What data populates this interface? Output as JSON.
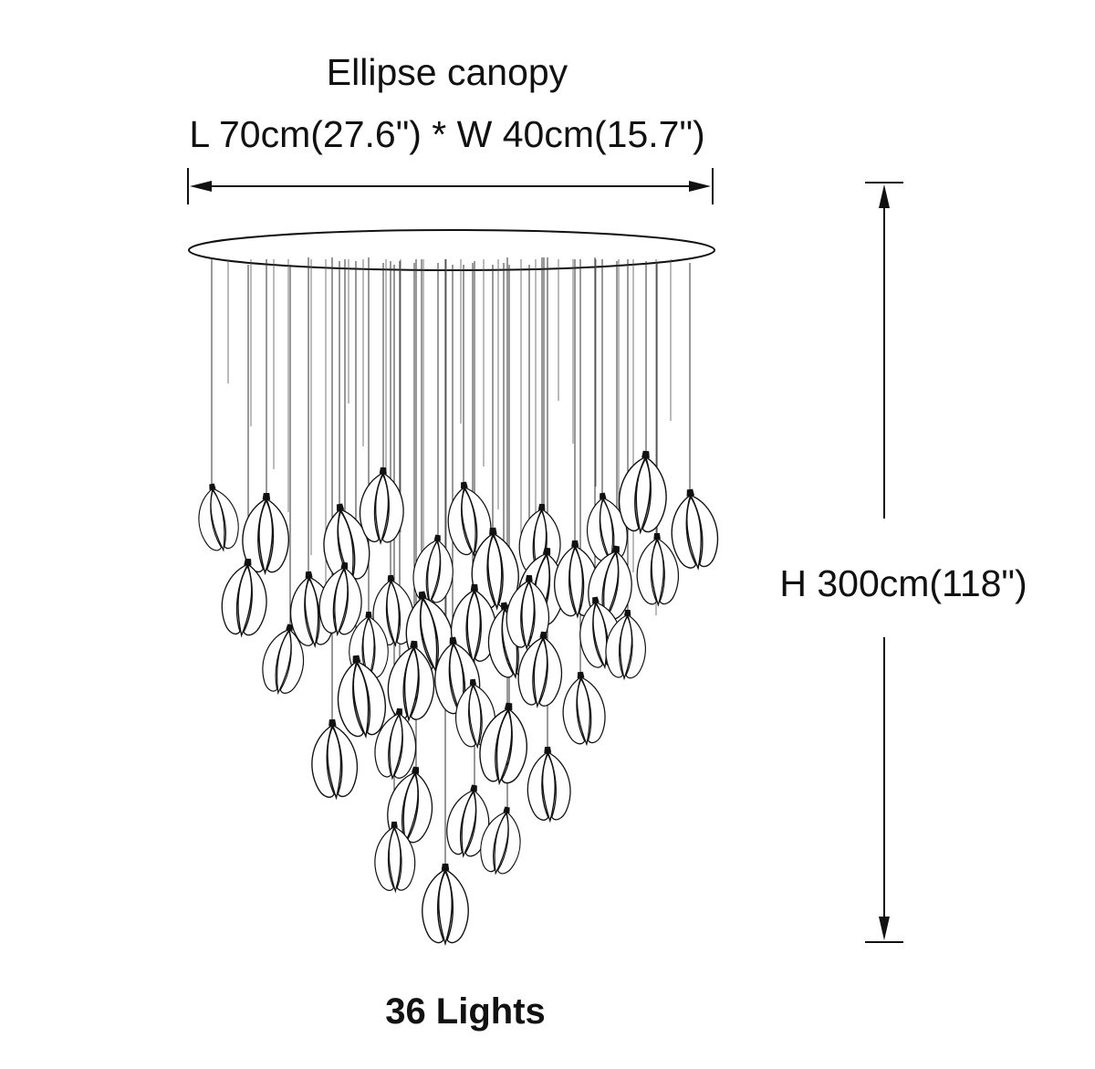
{
  "canopy": {
    "title": "Ellipse canopy",
    "dimensions": "L 70cm(27.6\") * W 40cm(15.7\")"
  },
  "height": {
    "label": "H 300cm(118\")"
  },
  "lights": {
    "label": "36 Lights"
  },
  "colors": {
    "line": "#111111",
    "background": "#ffffff"
  }
}
